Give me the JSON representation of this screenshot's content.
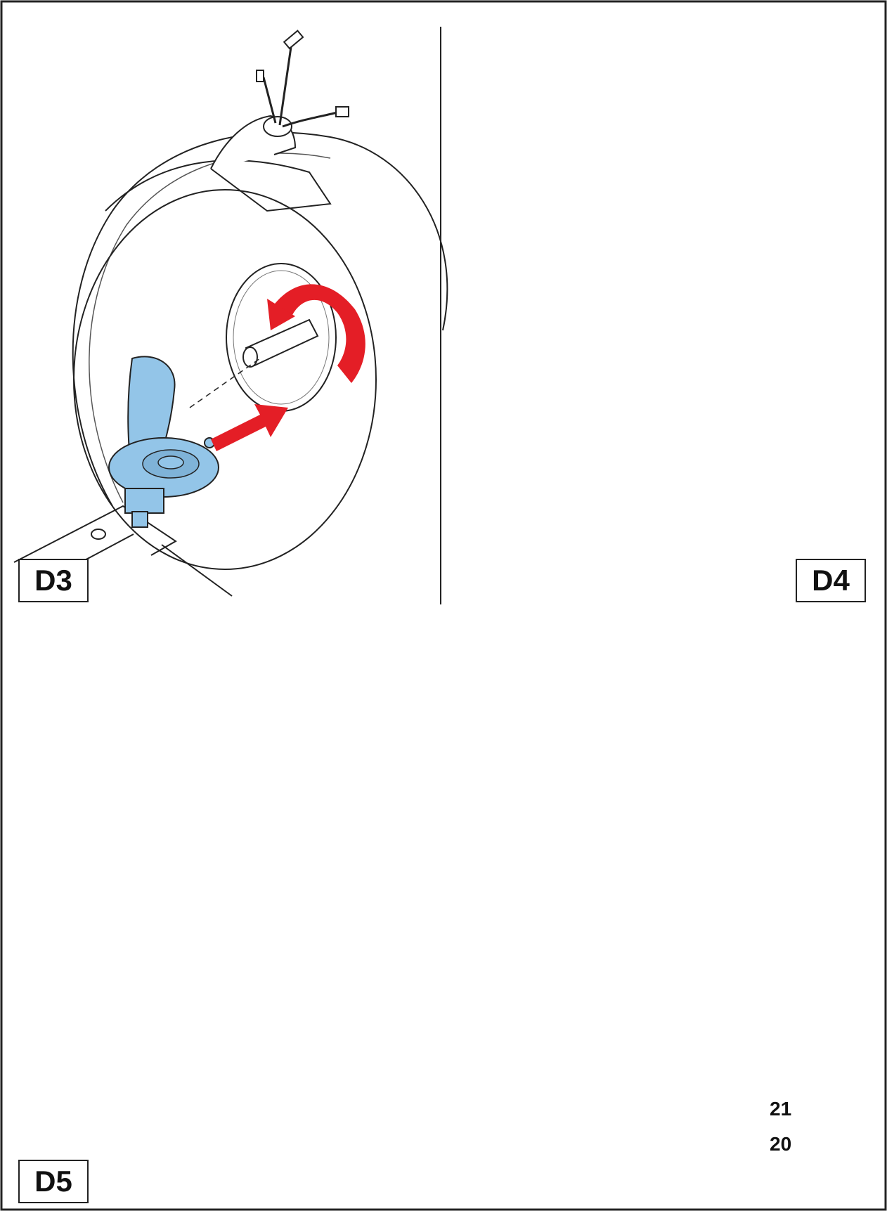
{
  "panels": {
    "d3": {
      "label": "D3"
    },
    "d4": {
      "label": "D4"
    },
    "d5": {
      "label": "D5"
    }
  },
  "callouts": {
    "washer": "21",
    "screw": "20"
  },
  "colors": {
    "part_fill": "#93c5e8",
    "arrow": "#e41e26",
    "line": "#222222",
    "background": "#ffffff"
  }
}
